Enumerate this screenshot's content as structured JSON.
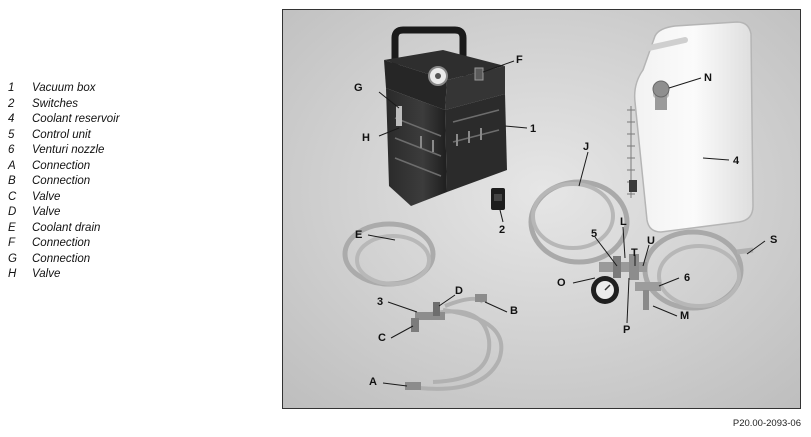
{
  "legend": [
    {
      "key": "1",
      "label": "Vacuum box"
    },
    {
      "key": "2",
      "label": "Switches"
    },
    {
      "key": "4",
      "label": "Coolant reservoir"
    },
    {
      "key": "5",
      "label": "Control unit"
    },
    {
      "key": "6",
      "label": "Venturi nozzle"
    },
    {
      "key": "A",
      "label": "Connection"
    },
    {
      "key": "B",
      "label": "Connection"
    },
    {
      "key": "C",
      "label": "Valve"
    },
    {
      "key": "D",
      "label": "Valve"
    },
    {
      "key": "E",
      "label": "Coolant drain"
    },
    {
      "key": "F",
      "label": "Connection"
    },
    {
      "key": "G",
      "label": "Connection"
    },
    {
      "key": "H",
      "label": "Valve"
    }
  ],
  "callouts": {
    "F": "F",
    "G": "G",
    "H": "H",
    "n1": "1",
    "n2": "2",
    "N": "N",
    "n4": "4",
    "J": "J",
    "E": "E",
    "n5": "5",
    "L": "L",
    "T": "T",
    "U": "U",
    "S": "S",
    "O": "O",
    "n6": "6",
    "P": "P",
    "M": "M",
    "n3": "3",
    "D": "D",
    "B": "B",
    "C": "C",
    "A": "A"
  },
  "figure_id": "P20.00-2093-06"
}
